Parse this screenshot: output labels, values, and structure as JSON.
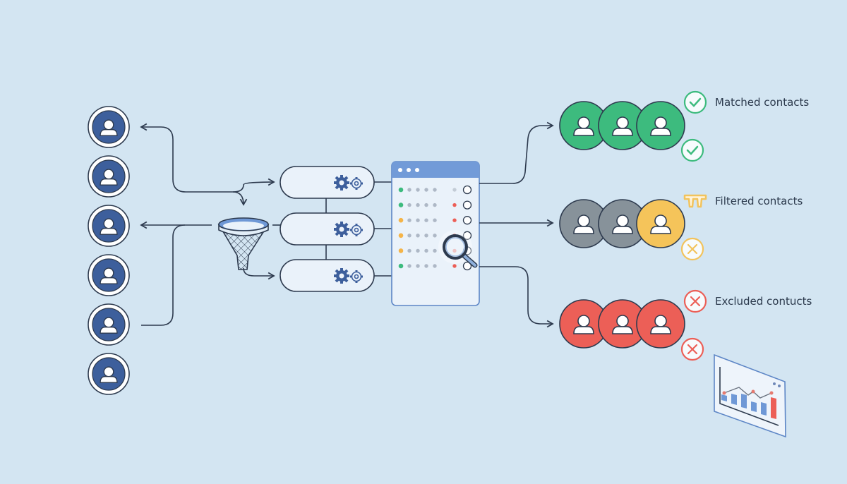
{
  "colors": {
    "background": "#d3e5f2",
    "avatar_blue": "#3d5f9c",
    "matched": "#3dbb7e",
    "filtered_gray": "#87929a",
    "filtered_yellow": "#f5c45a",
    "excluded": "#ec5f57",
    "panel_header": "#729bd8",
    "outline": "#2d3a4e"
  },
  "sources": {
    "count": 6,
    "icon": "user-avatar-icon"
  },
  "filter": {
    "icon": "funnel-icon"
  },
  "rules": [
    {
      "icon": "gears-icon"
    },
    {
      "icon": "gears-icon"
    },
    {
      "icon": "gears-icon"
    }
  ],
  "results_panel": {
    "icon": "magnifier-icon",
    "rows": [
      {
        "status": "green",
        "flag": "gray"
      },
      {
        "status": "green",
        "flag": "red"
      },
      {
        "status": "yellow",
        "flag": "red"
      },
      {
        "status": "yellow",
        "flag": "red"
      },
      {
        "status": "yellow",
        "flag": "red"
      },
      {
        "status": "green",
        "flag": "red"
      }
    ]
  },
  "outputs": [
    {
      "label": "Matched contacts",
      "color": "green",
      "icons": [
        "check-icon",
        "check-icon"
      ]
    },
    {
      "label": "Filtered contacts",
      "color": "mixed",
      "icons": [
        "filter-icon",
        "x-icon"
      ]
    },
    {
      "label": "Excluded contucts",
      "color": "red",
      "icons": [
        "x-icon",
        "x-icon"
      ]
    }
  ],
  "report": {
    "icon": "chart-card-icon"
  }
}
